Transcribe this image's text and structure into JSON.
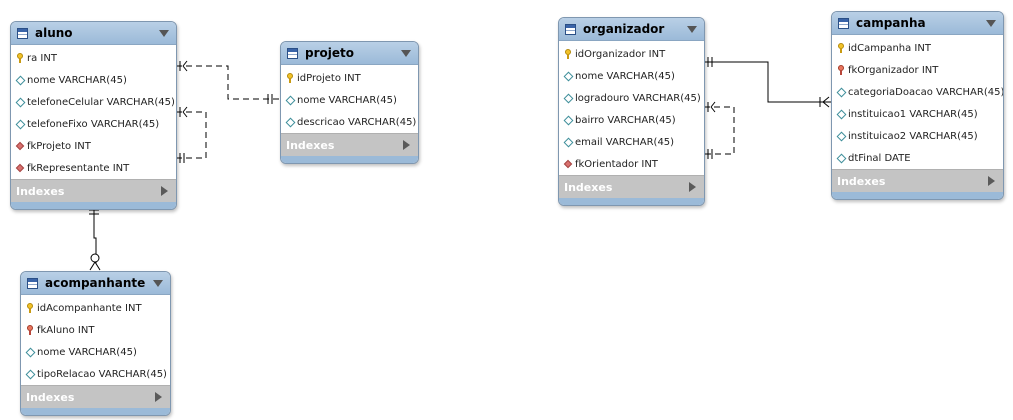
{
  "diagram": {
    "indexes_label": "Indexes",
    "tables": {
      "aluno": {
        "name": "aluno",
        "columns": [
          {
            "text": "ra INT",
            "icon": "primary-key-icon"
          },
          {
            "text": "nome VARCHAR(45)",
            "icon": "column-icon"
          },
          {
            "text": "telefoneCelular VARCHAR(45)",
            "icon": "column-icon"
          },
          {
            "text": "telefoneFixo VARCHAR(45)",
            "icon": "column-icon"
          },
          {
            "text": "fkProjeto INT",
            "icon": "foreign-key-column-icon"
          },
          {
            "text": "fkRepresentante INT",
            "icon": "foreign-key-column-icon"
          }
        ]
      },
      "projeto": {
        "name": "projeto",
        "columns": [
          {
            "text": "idProjeto INT",
            "icon": "primary-key-icon"
          },
          {
            "text": "nome VARCHAR(45)",
            "icon": "column-icon"
          },
          {
            "text": "descricao VARCHAR(45)",
            "icon": "column-icon"
          }
        ]
      },
      "acompanhante": {
        "name": "acompanhante",
        "columns": [
          {
            "text": "idAcompanhante INT",
            "icon": "primary-key-icon"
          },
          {
            "text": "fkAluno INT",
            "icon": "foreign-key-icon"
          },
          {
            "text": "nome VARCHAR(45)",
            "icon": "column-icon"
          },
          {
            "text": "tipoRelacao VARCHAR(45)",
            "icon": "column-icon"
          }
        ]
      },
      "organizador": {
        "name": "organizador",
        "columns": [
          {
            "text": "idOrganizador INT",
            "icon": "primary-key-icon"
          },
          {
            "text": "nome VARCHAR(45)",
            "icon": "column-icon"
          },
          {
            "text": "logradouro VARCHAR(45)",
            "icon": "column-icon"
          },
          {
            "text": "bairro VARCHAR(45)",
            "icon": "column-icon"
          },
          {
            "text": "email VARCHAR(45)",
            "icon": "column-icon"
          },
          {
            "text": "fkOrientador INT",
            "icon": "foreign-key-column-icon"
          }
        ]
      },
      "campanha": {
        "name": "campanha",
        "columns": [
          {
            "text": "idCampanha INT",
            "icon": "primary-key-icon"
          },
          {
            "text": "fkOrganizador INT",
            "icon": "foreign-key-icon"
          },
          {
            "text": "categoriaDoacao VARCHAR(45)",
            "icon": "column-icon"
          },
          {
            "text": "instituicao1 VARCHAR(45)",
            "icon": "column-icon"
          },
          {
            "text": "instituicao2 VARCHAR(45)",
            "icon": "column-icon"
          },
          {
            "text": "dtFinal DATE",
            "icon": "column-icon"
          }
        ]
      }
    }
  }
}
